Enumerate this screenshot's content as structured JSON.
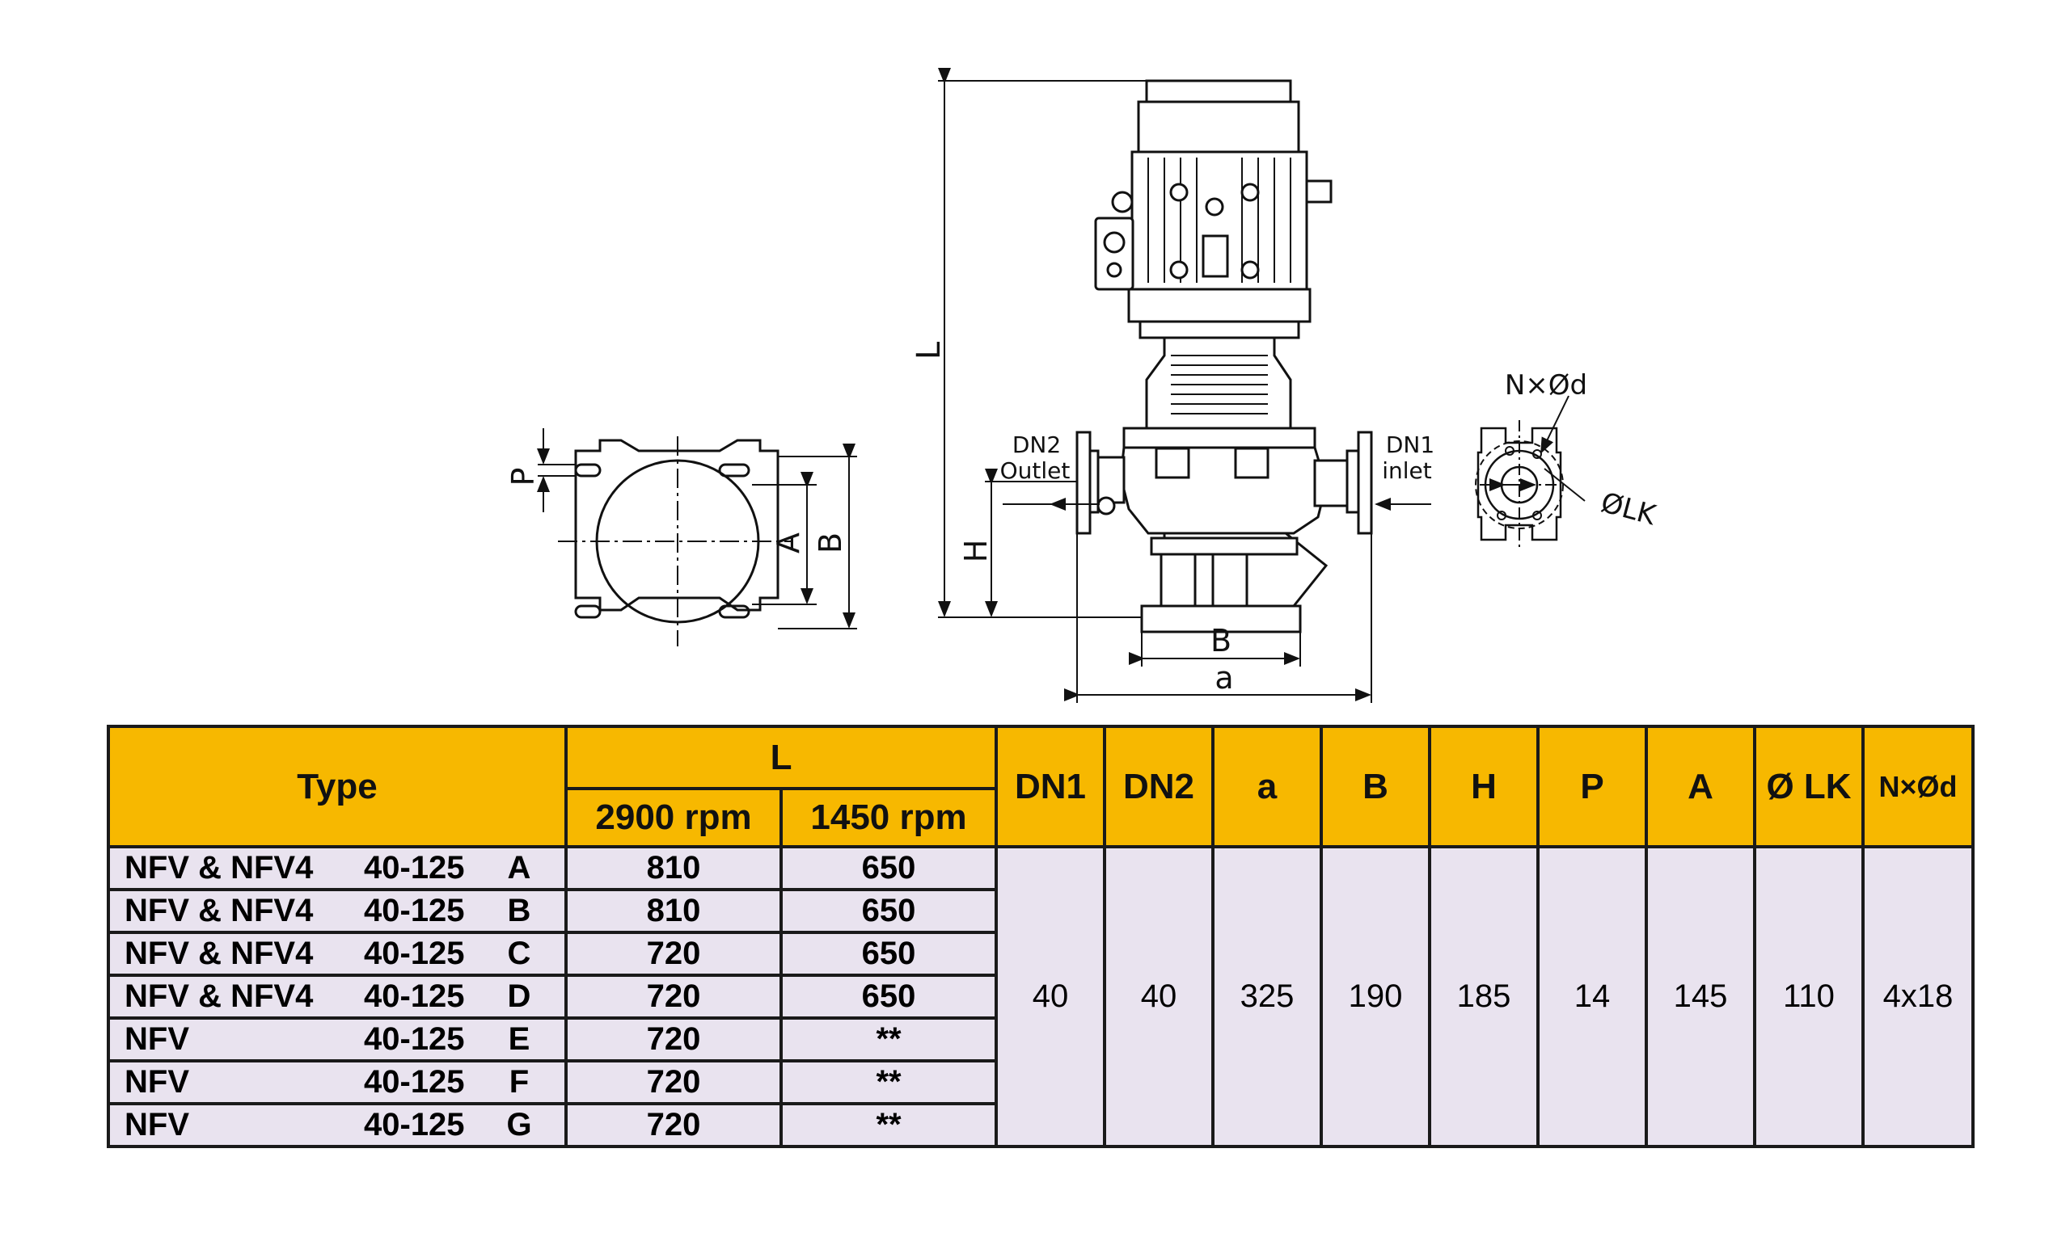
{
  "drawing": {
    "labels": {
      "L": "L",
      "H": "H",
      "B": "B",
      "a": "a",
      "A": "A",
      "P": "P",
      "dn2": "DN2",
      "outlet": "Outlet",
      "dn1": "DN1",
      "inlet": "inlet",
      "nxd": "N×Ød",
      "lk": "ØLK"
    }
  },
  "table": {
    "headers": {
      "type": "Type",
      "L": "L",
      "rpm2900": "2900 rpm",
      "rpm1450": "1450 rpm",
      "dn1": "DN1",
      "dn2": "DN2",
      "a": "a",
      "B": "B",
      "H": "H",
      "P": "P",
      "A": "A",
      "lk": "Ø LK",
      "nxd": "N×Ød"
    },
    "rows": [
      {
        "model": "NFV & NFV4",
        "size": "40-125",
        "variant": "A",
        "l2900": "810",
        "l1450": "650"
      },
      {
        "model": "NFV & NFV4",
        "size": "40-125",
        "variant": "B",
        "l2900": "810",
        "l1450": "650"
      },
      {
        "model": "NFV & NFV4",
        "size": "40-125",
        "variant": "C",
        "l2900": "720",
        "l1450": "650"
      },
      {
        "model": "NFV & NFV4",
        "size": "40-125",
        "variant": "D",
        "l2900": "720",
        "l1450": "650"
      },
      {
        "model": "NFV",
        "size": "40-125",
        "variant": "E",
        "l2900": "720",
        "l1450": "**"
      },
      {
        "model": "NFV",
        "size": "40-125",
        "variant": "F",
        "l2900": "720",
        "l1450": "**"
      },
      {
        "model": "NFV",
        "size": "40-125",
        "variant": "G",
        "l2900": "720",
        "l1450": "**"
      }
    ],
    "common": {
      "dn1": "40",
      "dn2": "40",
      "a": "325",
      "B": "190",
      "H": "185",
      "P": "14",
      "A": "145",
      "lk": "110",
      "nxd": "4x18"
    }
  }
}
